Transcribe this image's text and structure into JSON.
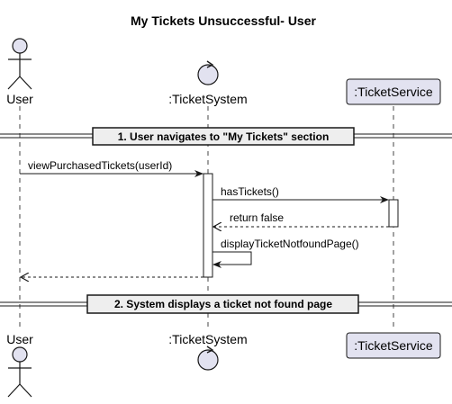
{
  "title": "My Tickets Unsuccessful- User",
  "participants": [
    {
      "id": "user",
      "label": "User",
      "kind": "actor"
    },
    {
      "id": "system",
      "label": ":TicketSystem",
      "kind": "control"
    },
    {
      "id": "service",
      "label": ":TicketService",
      "kind": "participant"
    }
  ],
  "dividers": [
    {
      "label": "1. User navigates to \"My Tickets\" section"
    },
    {
      "label": "2. System displays a ticket not found page"
    }
  ],
  "messages": [
    {
      "from": "user",
      "to": "system",
      "label": "viewPurchasedTickets(userId)",
      "style": "solid"
    },
    {
      "from": "system",
      "to": "service",
      "label": "hasTickets()",
      "style": "solid"
    },
    {
      "from": "service",
      "to": "system",
      "label": "return false",
      "style": "dashed"
    },
    {
      "from": "system",
      "to": "system",
      "label": "displayTicketNotfoundPage()",
      "style": "solid"
    },
    {
      "from": "system",
      "to": "user",
      "label": "",
      "style": "dashed"
    }
  ],
  "colors": {
    "participant_fill": "#e2e2f0",
    "participant_border": "#181818",
    "divider_fill": "#eeeeee",
    "line": "#181818"
  }
}
